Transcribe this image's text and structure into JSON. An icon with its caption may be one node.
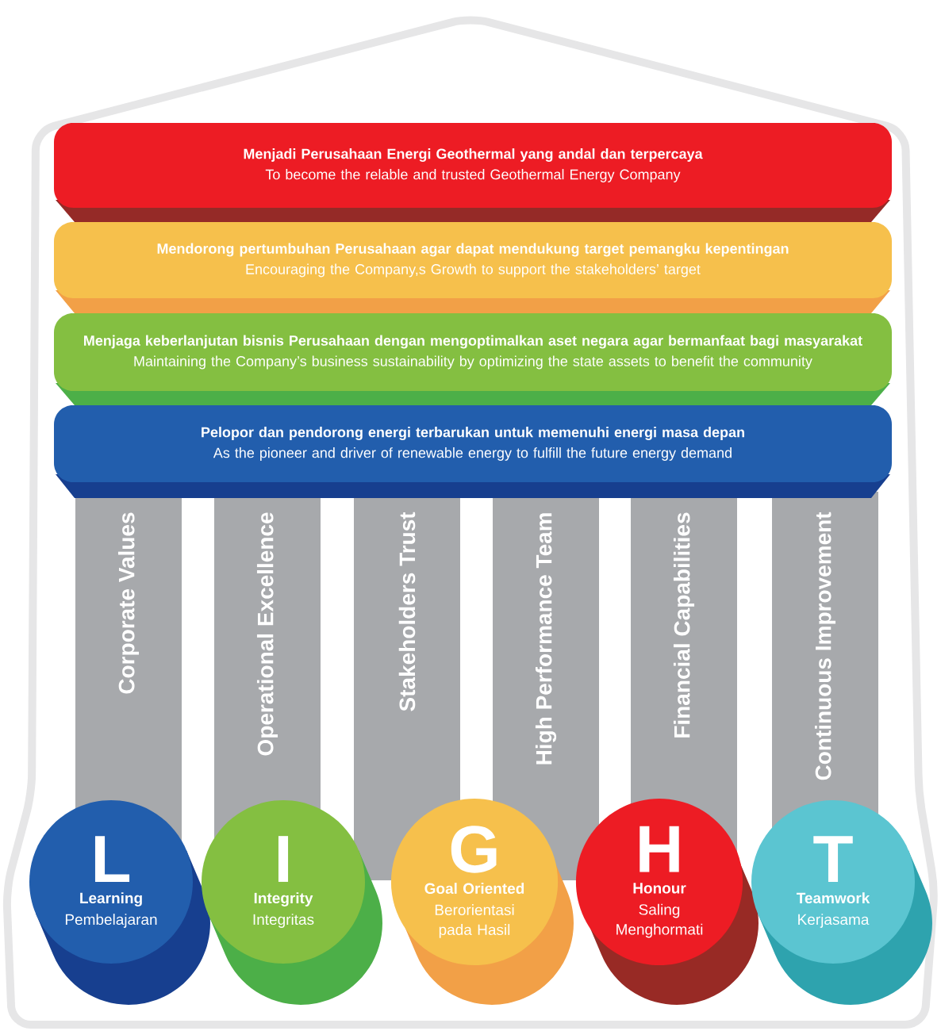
{
  "diagram": {
    "nodes": [
      {
        "text": [
          "Menjadi Perusahaan Energi Geothermal yang andal dan terpercaya",
          "To become the relable and trusted Geothermal Energy Company"
        ]
      },
      {
        "text": [
          "Mendorong pertumbuhan Perusahaan agar dapat mendukung target pemangku kepentingan",
          "Encouraging the Company,s Growth to support the stakeholders’ target"
        ]
      },
      {
        "text": [
          "Menjaga keberlanjutan bisnis Perusahaan dengan mengoptimalkan aset negara agar bermanfaat bagi masyarakat",
          "Maintaining the Company’s business sustainability by optimizing the state assets to benefit the community"
        ]
      },
      {
        "text": [
          "Pelopor dan pendorong energi terbarukan untuk memenuhi energi masa depan",
          "As the pioneer and driver of renewable energy to fulfill the future energy demand"
        ]
      },
      {
        "text": [
          "Corporate Values"
        ]
      },
      {
        "text": [
          "Operational Excellence"
        ]
      },
      {
        "text": [
          "Stakeholders Trust"
        ]
      },
      {
        "text": [
          "High Performance Team"
        ]
      },
      {
        "text": [
          "Financial Capabilities"
        ]
      },
      {
        "text": [
          "Continuous Improvement"
        ]
      },
      {
        "text": [
          "L",
          "Learning",
          "Pembelajaran"
        ]
      },
      {
        "text": [
          "I",
          "Integrity",
          "Integritas"
        ]
      },
      {
        "text": [
          "G",
          "Goal Oriented",
          "Berorientasi pada Hasil"
        ]
      },
      {
        "text": [
          "H",
          "Honour",
          "Saling Menghormati"
        ]
      },
      {
        "text": [
          "T",
          "Teamwork",
          "Kerjasama"
        ]
      }
    ]
  }
}
